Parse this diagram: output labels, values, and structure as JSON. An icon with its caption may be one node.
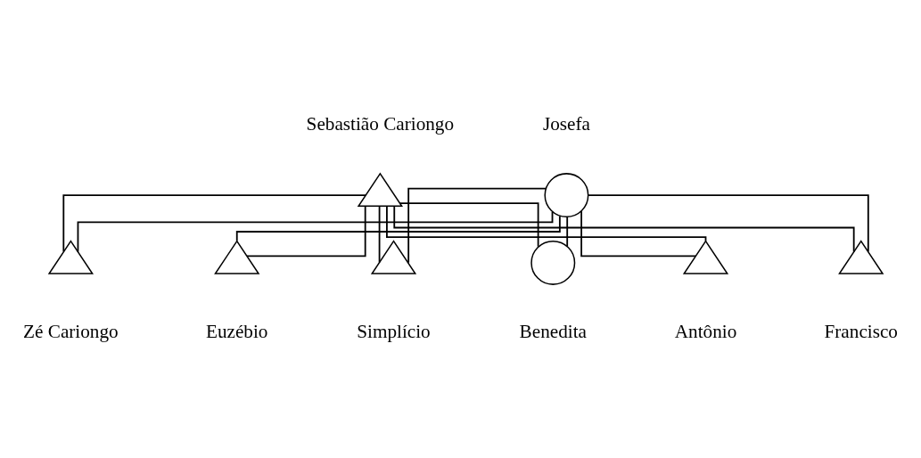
{
  "diagram": {
    "nodes": [
      {
        "text": [],
        "shape": "triangle",
        "beside": [
          "Sebastião Cariongo"
        ]
      },
      {
        "text": [],
        "shape": "circle",
        "beside": [
          "Josefa"
        ]
      },
      {
        "text": [],
        "shape": "triangle",
        "beside": [
          "Zé Cariongo"
        ]
      },
      {
        "text": [],
        "shape": "triangle",
        "beside": [
          "Euzébio"
        ]
      },
      {
        "text": [],
        "shape": "triangle",
        "beside": [
          "Simplício"
        ]
      },
      {
        "text": [],
        "shape": "circle",
        "beside": [
          "Benedita"
        ]
      },
      {
        "text": [],
        "shape": "triangle",
        "beside": [
          "Antônio"
        ]
      },
      {
        "text": [],
        "shape": "triangle",
        "beside": [
          "Francisco"
        ]
      }
    ],
    "edges": [
      {
        "from": 0,
        "to": 2,
        "arrow": "none"
      },
      {
        "from": 0,
        "to": 3,
        "arrow": "none"
      },
      {
        "from": 0,
        "to": 4,
        "arrow": "none"
      },
      {
        "from": 0,
        "to": 5,
        "arrow": "none"
      },
      {
        "from": 0,
        "to": 6,
        "arrow": "none"
      },
      {
        "from": 0,
        "to": 7,
        "arrow": "none"
      },
      {
        "from": 1,
        "to": 2,
        "arrow": "none"
      },
      {
        "from": 1,
        "to": 3,
        "arrow": "none"
      },
      {
        "from": 1,
        "to": 4,
        "arrow": "none"
      },
      {
        "from": 1,
        "to": 5,
        "arrow": "none"
      },
      {
        "from": 1,
        "to": 6,
        "arrow": "none"
      },
      {
        "from": 1,
        "to": 7,
        "arrow": "none"
      }
    ]
  }
}
